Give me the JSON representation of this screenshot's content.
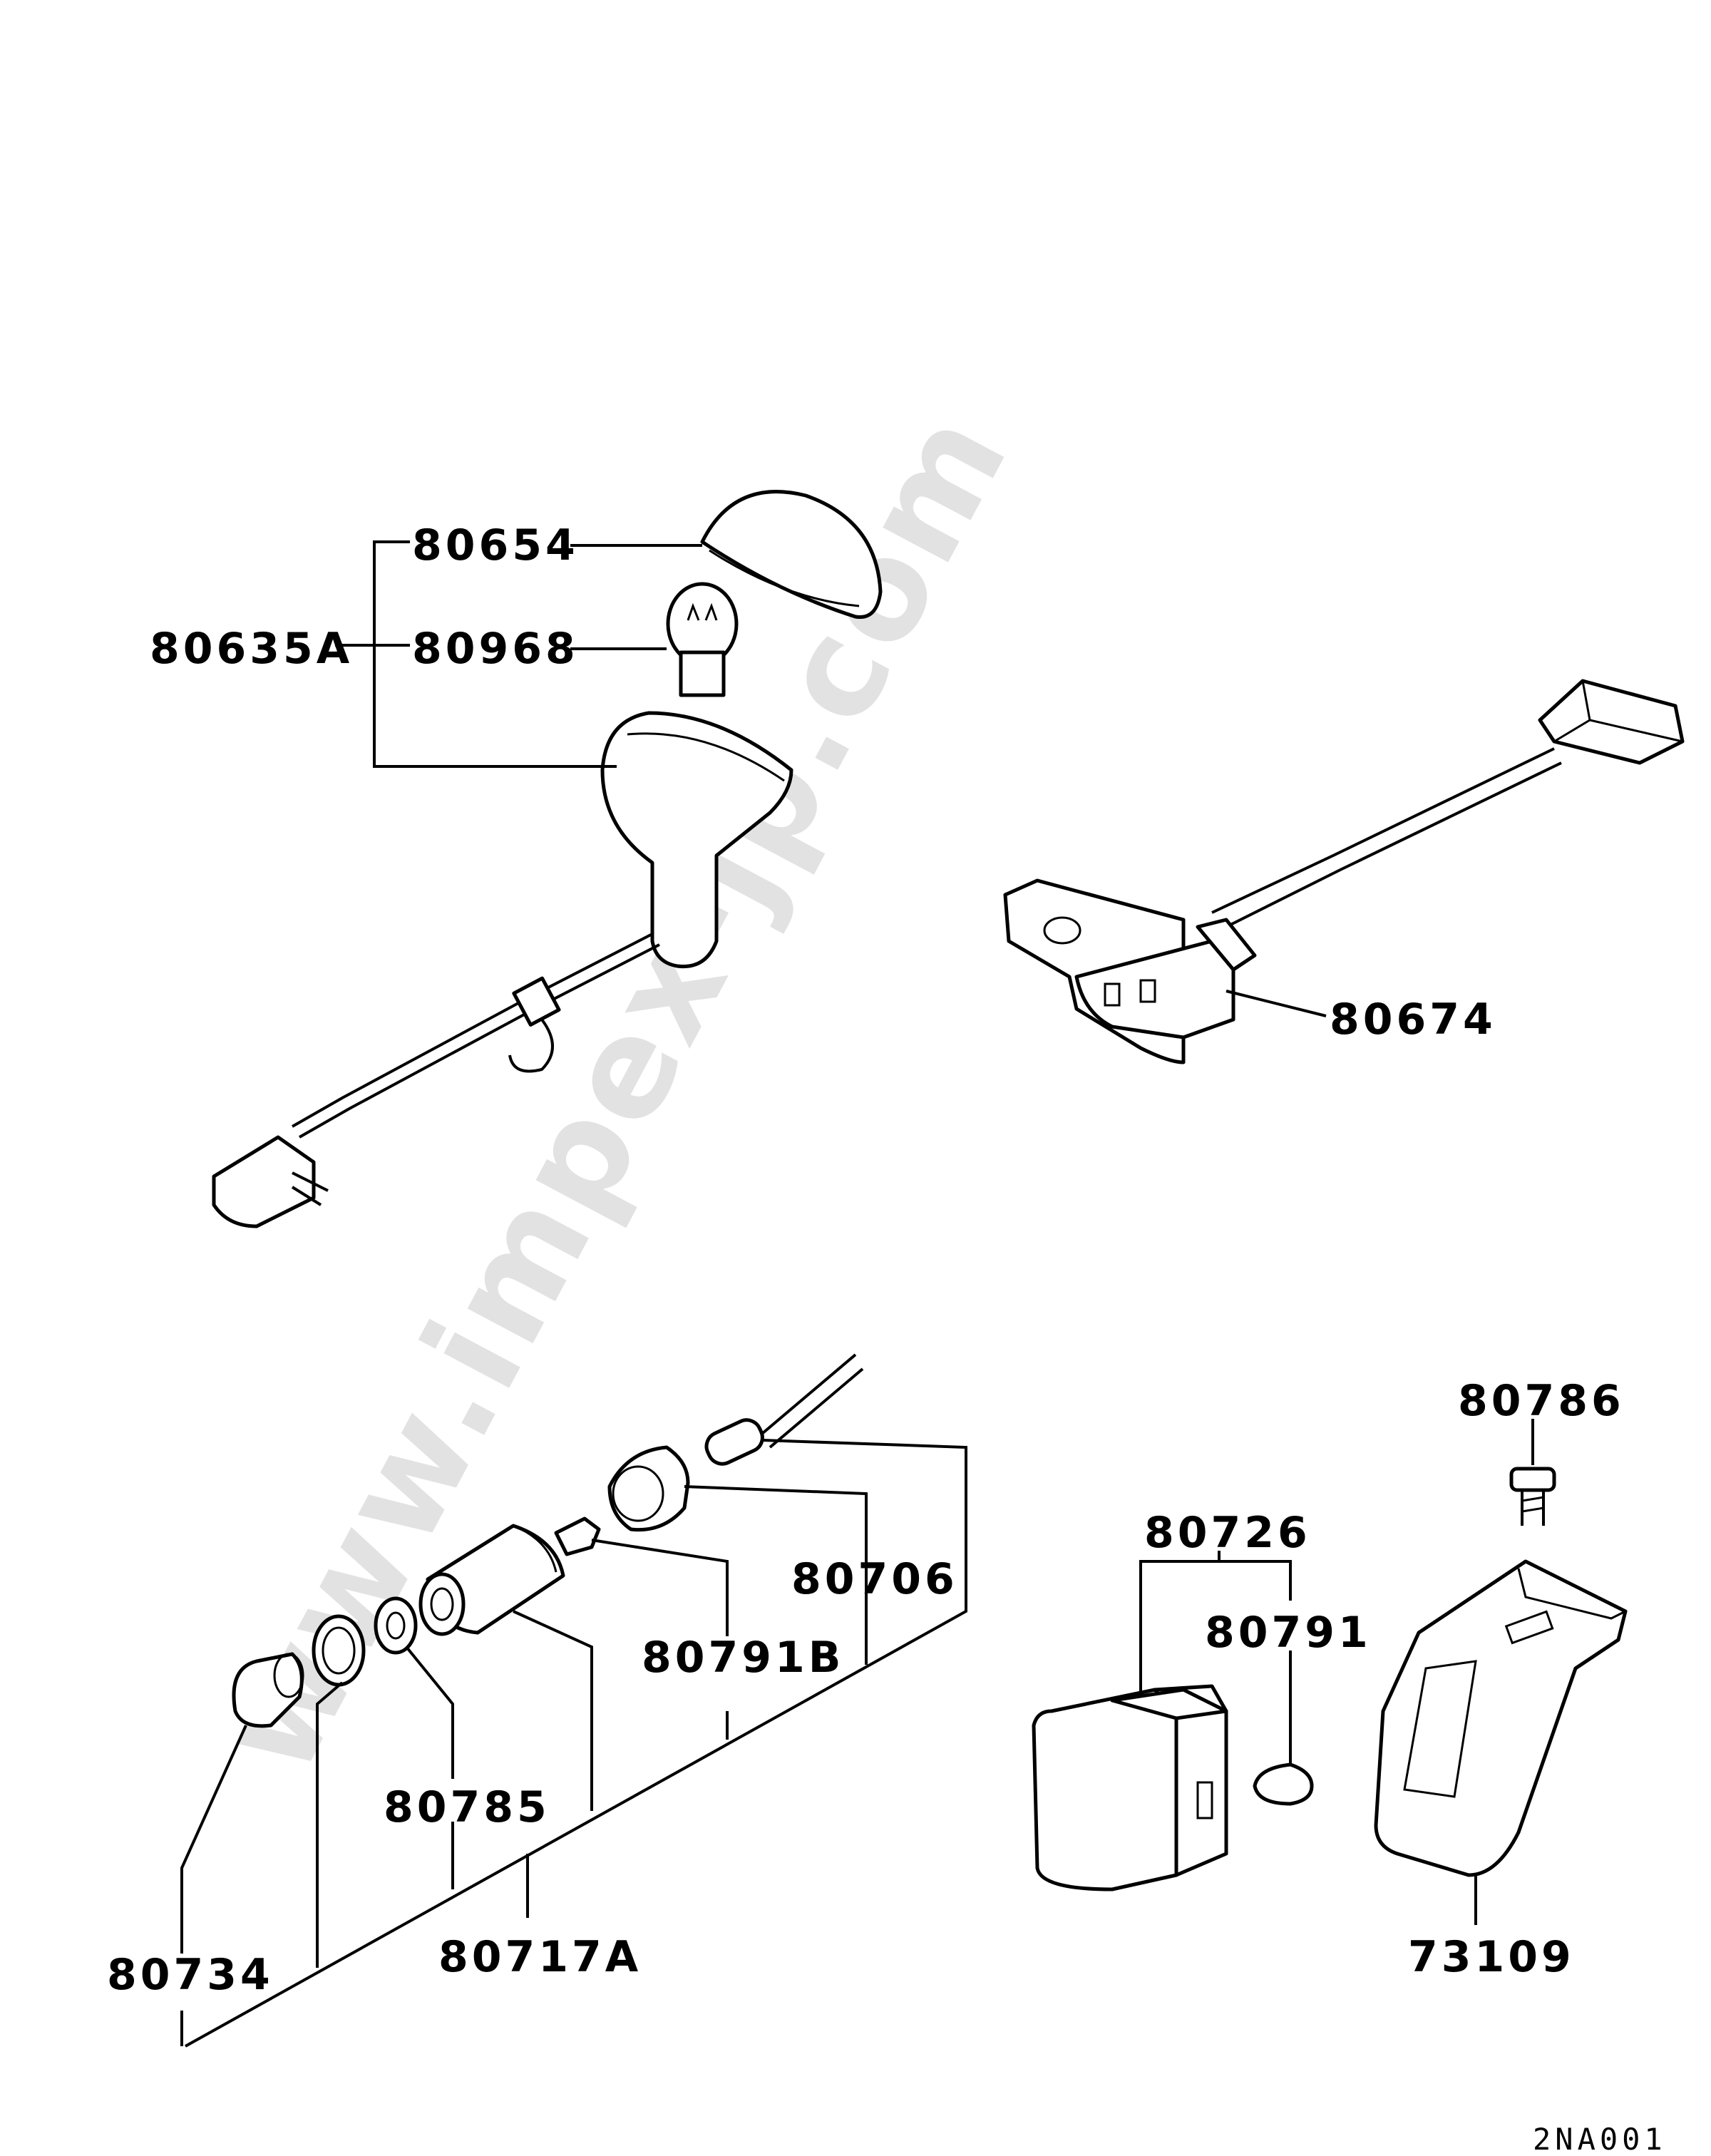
{
  "watermark": "www.impex-jp.com",
  "diagram_code": "2NA001",
  "labels": {
    "p80654": "80654",
    "p80635A": "80635A",
    "p80968": "80968",
    "p80674": "80674",
    "p80786": "80786",
    "p80726": "80726",
    "p80706": "80706",
    "p80791": "80791",
    "p80791B": "80791B",
    "p80785": "80785",
    "p80734": "80734",
    "p80717A": "80717A",
    "p73109": "73109"
  }
}
